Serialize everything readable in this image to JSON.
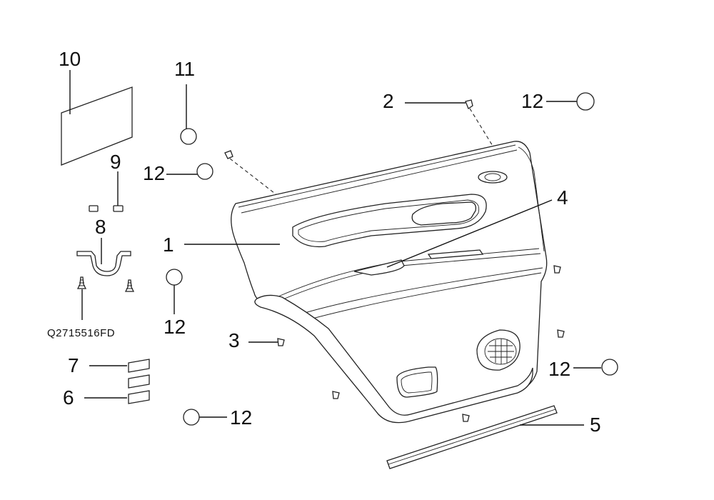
{
  "diagram": {
    "callouts": {
      "c1": "1",
      "c2": "2",
      "c3": "3",
      "c4": "4",
      "c5": "5",
      "c6": "6",
      "c7": "7",
      "c8": "8",
      "c9": "9",
      "c10": "10",
      "c11": "11",
      "c12a": "12",
      "c12b": "12",
      "c12c": "12",
      "c12d": "12",
      "c12e": "12"
    },
    "part_code": "Q2715516FD"
  }
}
